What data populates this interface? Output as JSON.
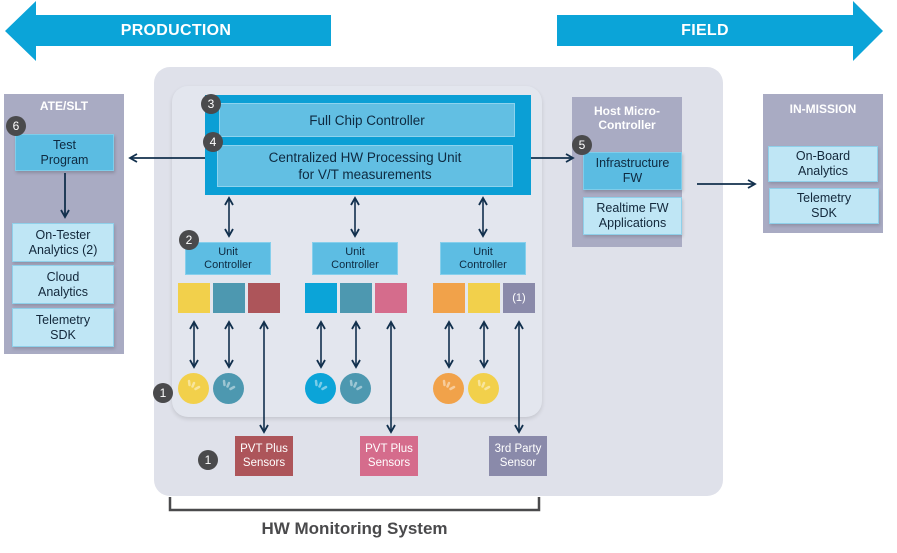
{
  "lanes": {
    "production": "PRODUCTION",
    "field": "FIELD"
  },
  "ate_slt": {
    "title": "ATE/SLT",
    "badge": "6",
    "test_program": "Test Program",
    "items": [
      "On-Tester Analytics (2)",
      "Cloud Analytics",
      "Telemetry SDK"
    ]
  },
  "hw_monitoring": {
    "label": "HW Monitoring System",
    "full_chip_controller": {
      "badge": "3",
      "label": "Full Chip Controller"
    },
    "processing_unit": {
      "badge": "4",
      "line1": "Centralized HW Processing Unit",
      "line2": "for V/T measurements"
    },
    "unit_controller_badge": "2",
    "unit_controllers": [
      {
        "label": "Unit Controller",
        "blocks": [
          {
            "color": "#f2d04b",
            "label": ""
          },
          {
            "color": "#4d98b0",
            "label": ""
          },
          {
            "color": "#ad555a",
            "label": ""
          }
        ],
        "sensors": [
          "#f2d04b",
          "#4d98b0"
        ]
      },
      {
        "label": "Unit Controller",
        "blocks": [
          {
            "color": "#0ba4d8",
            "label": ""
          },
          {
            "color": "#4d98b0",
            "label": ""
          },
          {
            "color": "#d56c8c",
            "label": ""
          }
        ],
        "sensors": [
          "#0ba4d8",
          "#4d98b0"
        ]
      },
      {
        "label": "Unit Controller",
        "blocks": [
          {
            "color": "#f1a24a",
            "label": ""
          },
          {
            "color": "#f2d04b",
            "label": ""
          },
          {
            "color": "#8a8aaa",
            "label": "(1)"
          }
        ],
        "sensors": [
          "#f1a24a",
          "#f2d04b"
        ]
      }
    ],
    "sensor_badge": "1",
    "external_sensors_badge": "1",
    "external_sensors": [
      {
        "line1": "PVT Plus",
        "line2": "Sensors",
        "color": "#ad555a"
      },
      {
        "line1": "PVT Plus",
        "line2": "Sensors",
        "color": "#d56c8c"
      },
      {
        "line1": "3rd Party",
        "line2": "Sensor",
        "color": "#8a8aaa"
      }
    ]
  },
  "host_mcu": {
    "title_line1": "Host Micro-",
    "title_line2": "Controller",
    "badge": "5",
    "infrastructure_fw": "Infrastructure FW",
    "realtime_fw": "Realtime FW Applications"
  },
  "in_mission": {
    "title": "IN-MISSION",
    "items": [
      "On-Board Analytics",
      "Telemetry SDK"
    ]
  },
  "colors": {
    "lane_blue": "#0ba4d8",
    "arrow_navy": "#12304d",
    "badge_gray": "#4a4a4c"
  }
}
